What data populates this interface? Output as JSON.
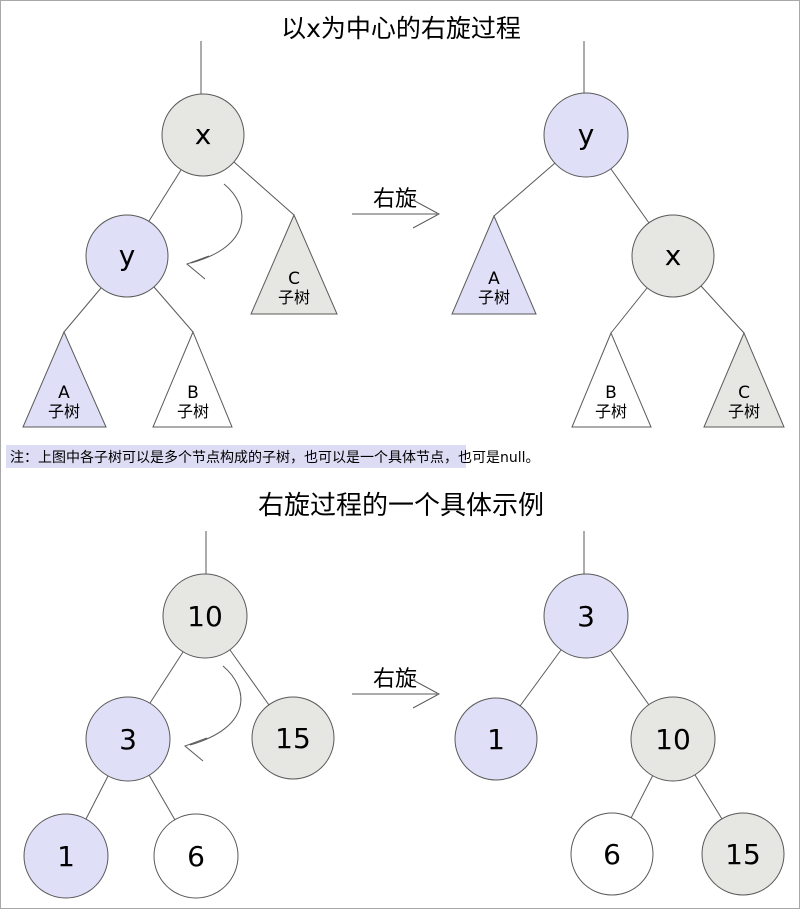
{
  "titles": {
    "abstract": "以x为中心的右旋过程",
    "example": "右旋过程的一个具体示例"
  },
  "note": "注：上图中各子树可以是多个节点构成的子树，也可以是一个具体节点，也可是null。",
  "arrow_label": "右旋",
  "subtree_word": "子树",
  "trees": {
    "abstract_before": {
      "root": "x",
      "left_child": "y",
      "subtree_a": "A",
      "subtree_b": "B",
      "subtree_c": "C"
    },
    "abstract_after": {
      "root": "y",
      "right_child": "x",
      "subtree_a": "A",
      "subtree_b": "B",
      "subtree_c": "C"
    },
    "example_before": {
      "root": "10",
      "left_child": "3",
      "right_child": "15",
      "left_left": "1",
      "left_right": "6"
    },
    "example_after": {
      "root": "3",
      "left_child": "1",
      "right_child": "10",
      "right_left": "6",
      "right_right": "15"
    }
  },
  "colors": {
    "node_gray": "#e6e6e3",
    "node_purple": "#dfdff7",
    "node_white": "#ffffff",
    "stroke": "#5a5a5a",
    "note_highlight": "#dcdcf5",
    "page_border": "#a8a8a8"
  }
}
